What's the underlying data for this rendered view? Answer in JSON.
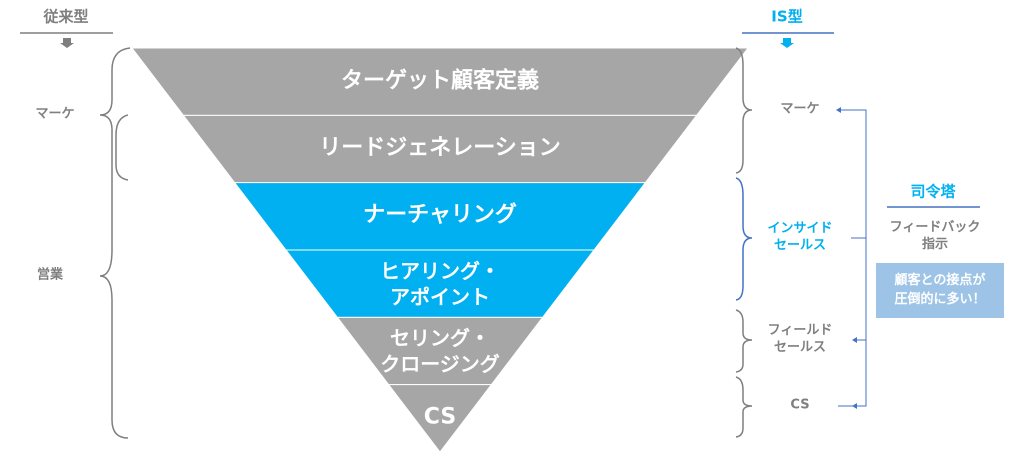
{
  "colors": {
    "gray": "#a6a6a6",
    "blue": "#00b0f0",
    "bracket_blue": "#4472c4",
    "box": "#9dc3e6",
    "text_gray": "#7f7f7f"
  },
  "funnel": [
    {
      "label": "ターゲット顧客定義",
      "color": "gray"
    },
    {
      "label": "リードジェネレーション",
      "color": "gray"
    },
    {
      "label": "ナーチャリング",
      "color": "blue"
    },
    {
      "label": "ヒアリング・\nアポイント",
      "color": "blue"
    },
    {
      "label": "セリング・\nクロージング",
      "color": "gray"
    },
    {
      "label": "CS",
      "color": "gray"
    }
  ],
  "left": {
    "title": "従来型",
    "groups": [
      "マーケ",
      "営業"
    ]
  },
  "right": {
    "title": "IS型",
    "groups": [
      "マーケ",
      "インサイド\nセールス",
      "フィールド\nセールス",
      "CS"
    ]
  },
  "command": {
    "title": "司令塔",
    "subtitle": "フィードバック\n指示",
    "box": "顧客との接点が\n圧倒的に多い！"
  }
}
